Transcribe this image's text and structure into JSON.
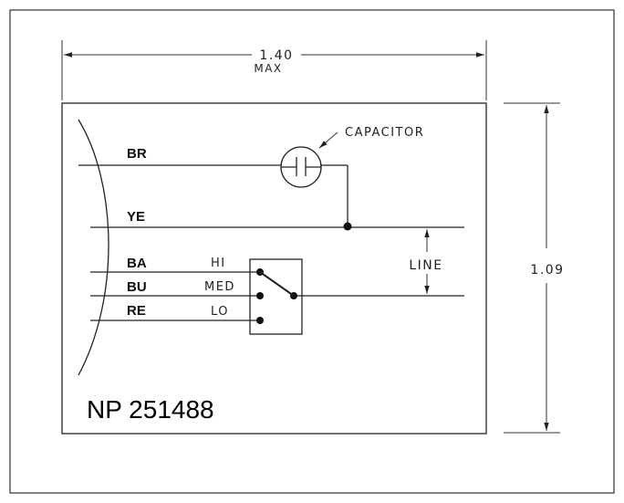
{
  "dimensions": {
    "width_value": "1.40",
    "width_note": "MAX",
    "height_value": "1.09"
  },
  "wires": {
    "br": "BR",
    "ye": "YE",
    "ba": "BA",
    "bu": "BU",
    "re": "RE"
  },
  "speeds": {
    "hi": "HI",
    "med": "MED",
    "lo": "LO"
  },
  "capacitor_label": "CAPACITOR",
  "line_label": "LINE",
  "part_number": "NP 251488"
}
